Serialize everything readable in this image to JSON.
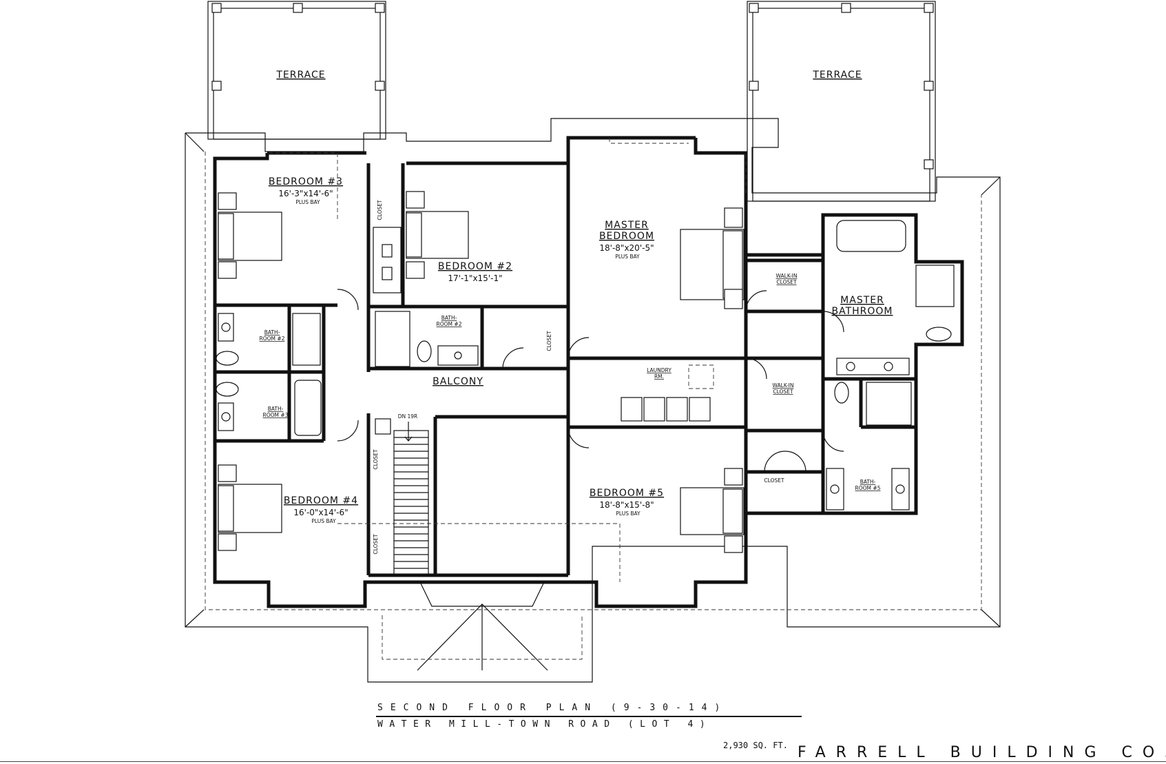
{
  "rooms": {
    "terrace_left": "TERRACE",
    "terrace_right": "TERRACE",
    "bedroom3": {
      "name": "BEDROOM #3",
      "dims": "16'-3\"x14'-6\"",
      "note": "PLUS BAY"
    },
    "bedroom2": {
      "name": "BEDROOM #2",
      "dims": "17'-1\"x15'-1\""
    },
    "master_bedroom": {
      "name_line1": "MASTER",
      "name_line2": "BEDROOM",
      "dims": "18'-8\"x20'-5\"",
      "note": "PLUS BAY"
    },
    "master_bathroom": {
      "name_line1": "MASTER",
      "name_line2": "BATHROOM"
    },
    "walkin_closet_upper": {
      "line1": "WALK-IN",
      "line2": "CLOSET"
    },
    "walkin_closet_lower": {
      "line1": "WALK-IN",
      "line2": "CLOSET"
    },
    "closet_b3": "CLOSET",
    "closet_b2": "CLOSET",
    "closet_b4a": "CLOSET",
    "closet_b4b": "CLOSET",
    "closet_b5": "CLOSET",
    "bathroom2_left": {
      "line1": "BATH-",
      "line2": "ROOM #2"
    },
    "bathroom2_mid": {
      "line1": "BATH-",
      "line2": "ROOM #2"
    },
    "bathroom3": {
      "line1": "BATH-",
      "line2": "ROOM #3"
    },
    "bathroom5": {
      "line1": "BATH-",
      "line2": "ROOM #5"
    },
    "laundry": {
      "line1": "LAUNDRY",
      "line2": "RM."
    },
    "balcony": "BALCONY",
    "stairs": "DN 19R",
    "bedroom4": {
      "name": "BEDROOM #4",
      "dims": "16'-0\"x14'-6\"",
      "note": "PLUS BAY"
    },
    "bedroom5": {
      "name": "BEDROOM #5",
      "dims": "18'-8\"x15'-8\"",
      "note": "PLUS BAY"
    }
  },
  "title_block": {
    "line1": "SECOND FLOOR PLAN (9-30-14)",
    "line2": "WATER MILL-TOWN ROAD (LOT 4)",
    "sqft": "2,930 SQ. FT.",
    "company": "FARRELL BUILDING CO."
  }
}
